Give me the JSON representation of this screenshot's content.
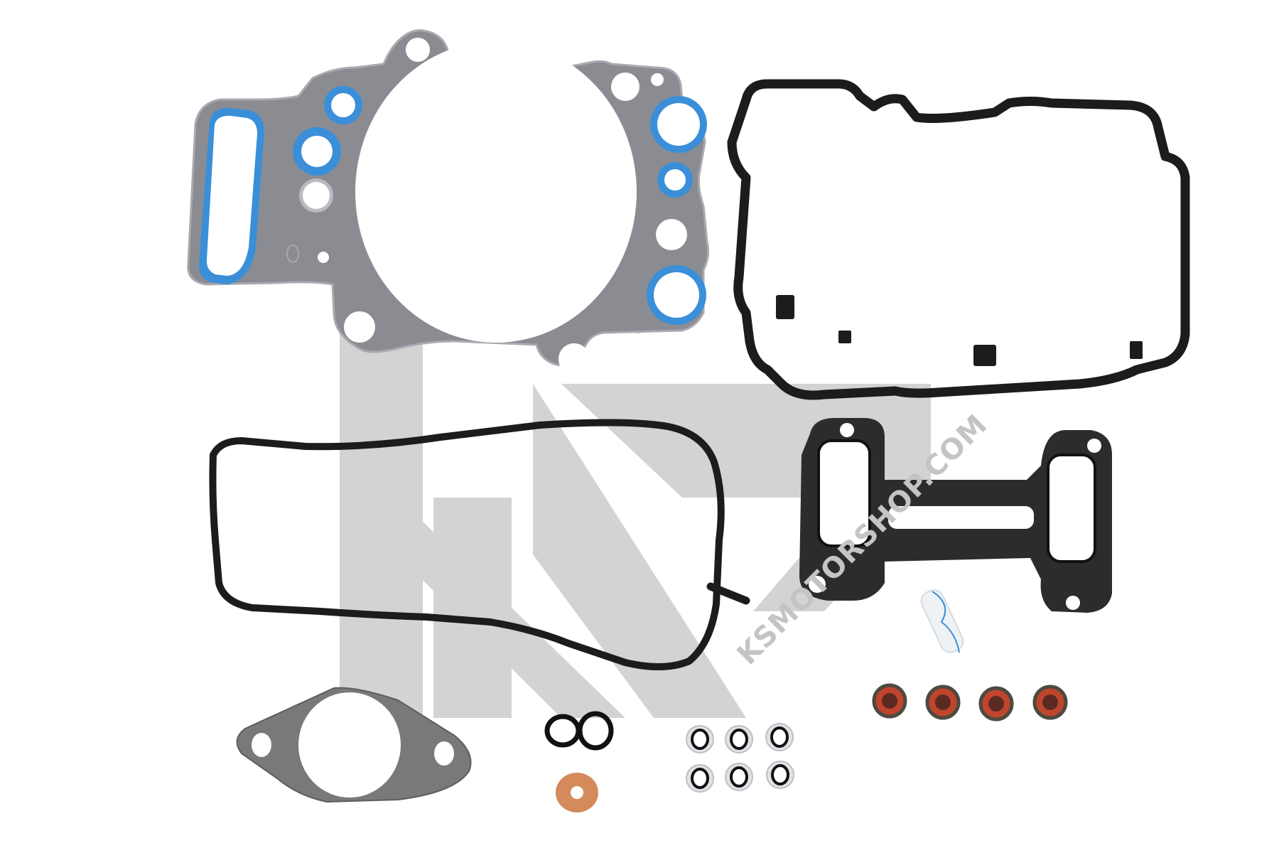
{
  "image": {
    "description": "Engine cylinder head gasket kit product photo on white background",
    "background": "#ffffff"
  },
  "watermark": {
    "text": "KSMOTORSHOP.COM",
    "logo": "KS",
    "color": "#d3d3d3"
  },
  "parts": [
    {
      "name": "cylinder-head-gasket",
      "material": "steel with blue elastomer beads",
      "colors": {
        "metal": "#8a8c90",
        "bead": "#3a8fd8"
      }
    },
    {
      "name": "valve-cover-gasket",
      "material": "black rubber",
      "color": "#1c1c1e"
    },
    {
      "name": "rocker-cover-gasket",
      "material": "black rubber",
      "color": "#1c1c1e"
    },
    {
      "name": "manifold-flange-gasket",
      "material": "black coated steel",
      "color": "#2a2a2c"
    },
    {
      "name": "exhaust-gasket",
      "material": "graphite composite",
      "color": "#7a7878"
    },
    {
      "name": "o-rings",
      "count": 2,
      "color": "#111111"
    },
    {
      "name": "copper-washer",
      "count": 1,
      "color": "#d48a5a"
    },
    {
      "name": "bonded-seal-rings",
      "count": 6,
      "color": "#bfc3c8"
    },
    {
      "name": "valve-stem-seals",
      "count": 4,
      "color": "#c0452d"
    },
    {
      "name": "plastic-tube",
      "count": 1,
      "color": "#e8eef2"
    }
  ]
}
